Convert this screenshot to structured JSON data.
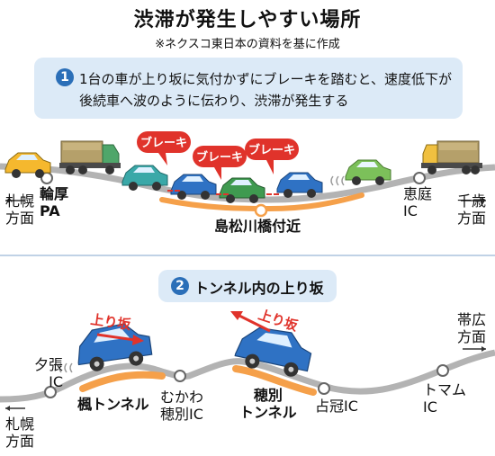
{
  "title": "渋滞が発生しやすい場所",
  "subtitle": "※ネクスコ東日本の資料を基に作成",
  "section1": {
    "number": "1",
    "text": "1台の車が上り坂に気付かずにブレーキを踏むと、速度低下が後続車へ波のように伝わり、渋滞が発生する",
    "brake_label": "ブレーキ",
    "labels": {
      "sapporo": "札幌\n方面",
      "wattsu_pa": "輪厚\nPA",
      "location": "島松川橋付近",
      "eniwa_ic": "恵庭\nIC",
      "chitose": "千歳\n方面"
    }
  },
  "section2": {
    "number": "2",
    "heading": "トンネル内の上り坂",
    "uphill_label": "上り坂",
    "labels": {
      "yubari_ic": "夕張\nIC",
      "sapporo": "札幌\n方面",
      "kaede_tunnel": "楓トンネル",
      "mukawa_ic": "むかわ\n穂別IC",
      "hobetsu_tunnel": "穂別\nトンネル",
      "shimukappu_ic": "占冠IC",
      "tomamu_ic": "トマム\nIC",
      "obihiro": "帯広\n方面"
    }
  },
  "colors": {
    "accent_blue": "#2b6fb8",
    "box_bg": "#dceaf7",
    "road": "#b3b3b3",
    "slope": "#f5a04a",
    "brake_red": "#e0332b"
  }
}
